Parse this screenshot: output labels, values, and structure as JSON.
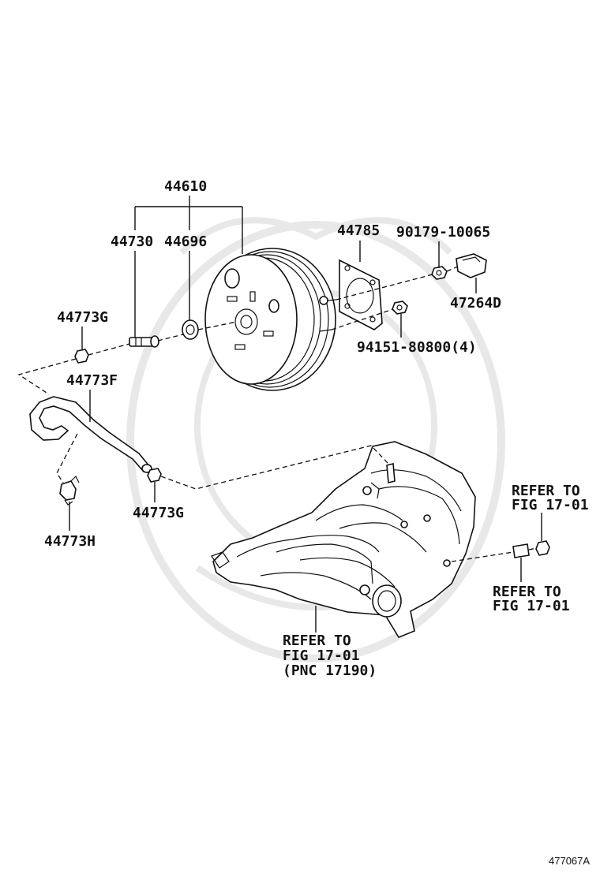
{
  "labels": {
    "p44610": "44610",
    "p44730": "44730",
    "p44696": "44696",
    "p44785": "44785",
    "p90179": "90179-10065",
    "p47264D": "47264D",
    "p44773G_top": "44773G",
    "p94151": "94151-80800(4)",
    "p44773F": "44773F",
    "p44773G_bot": "44773G",
    "p44773H": "44773H",
    "refer_top_right_1": "REFER TO",
    "refer_top_right_2": "FIG 17-01",
    "refer_mid_right_1": "REFER TO",
    "refer_mid_right_2": "FIG 17-01",
    "refer_bottom_1": "REFER TO",
    "refer_bottom_2": "FIG 17-01",
    "refer_bottom_3": "(PNC 17190)"
  },
  "figure_code": "477067A"
}
